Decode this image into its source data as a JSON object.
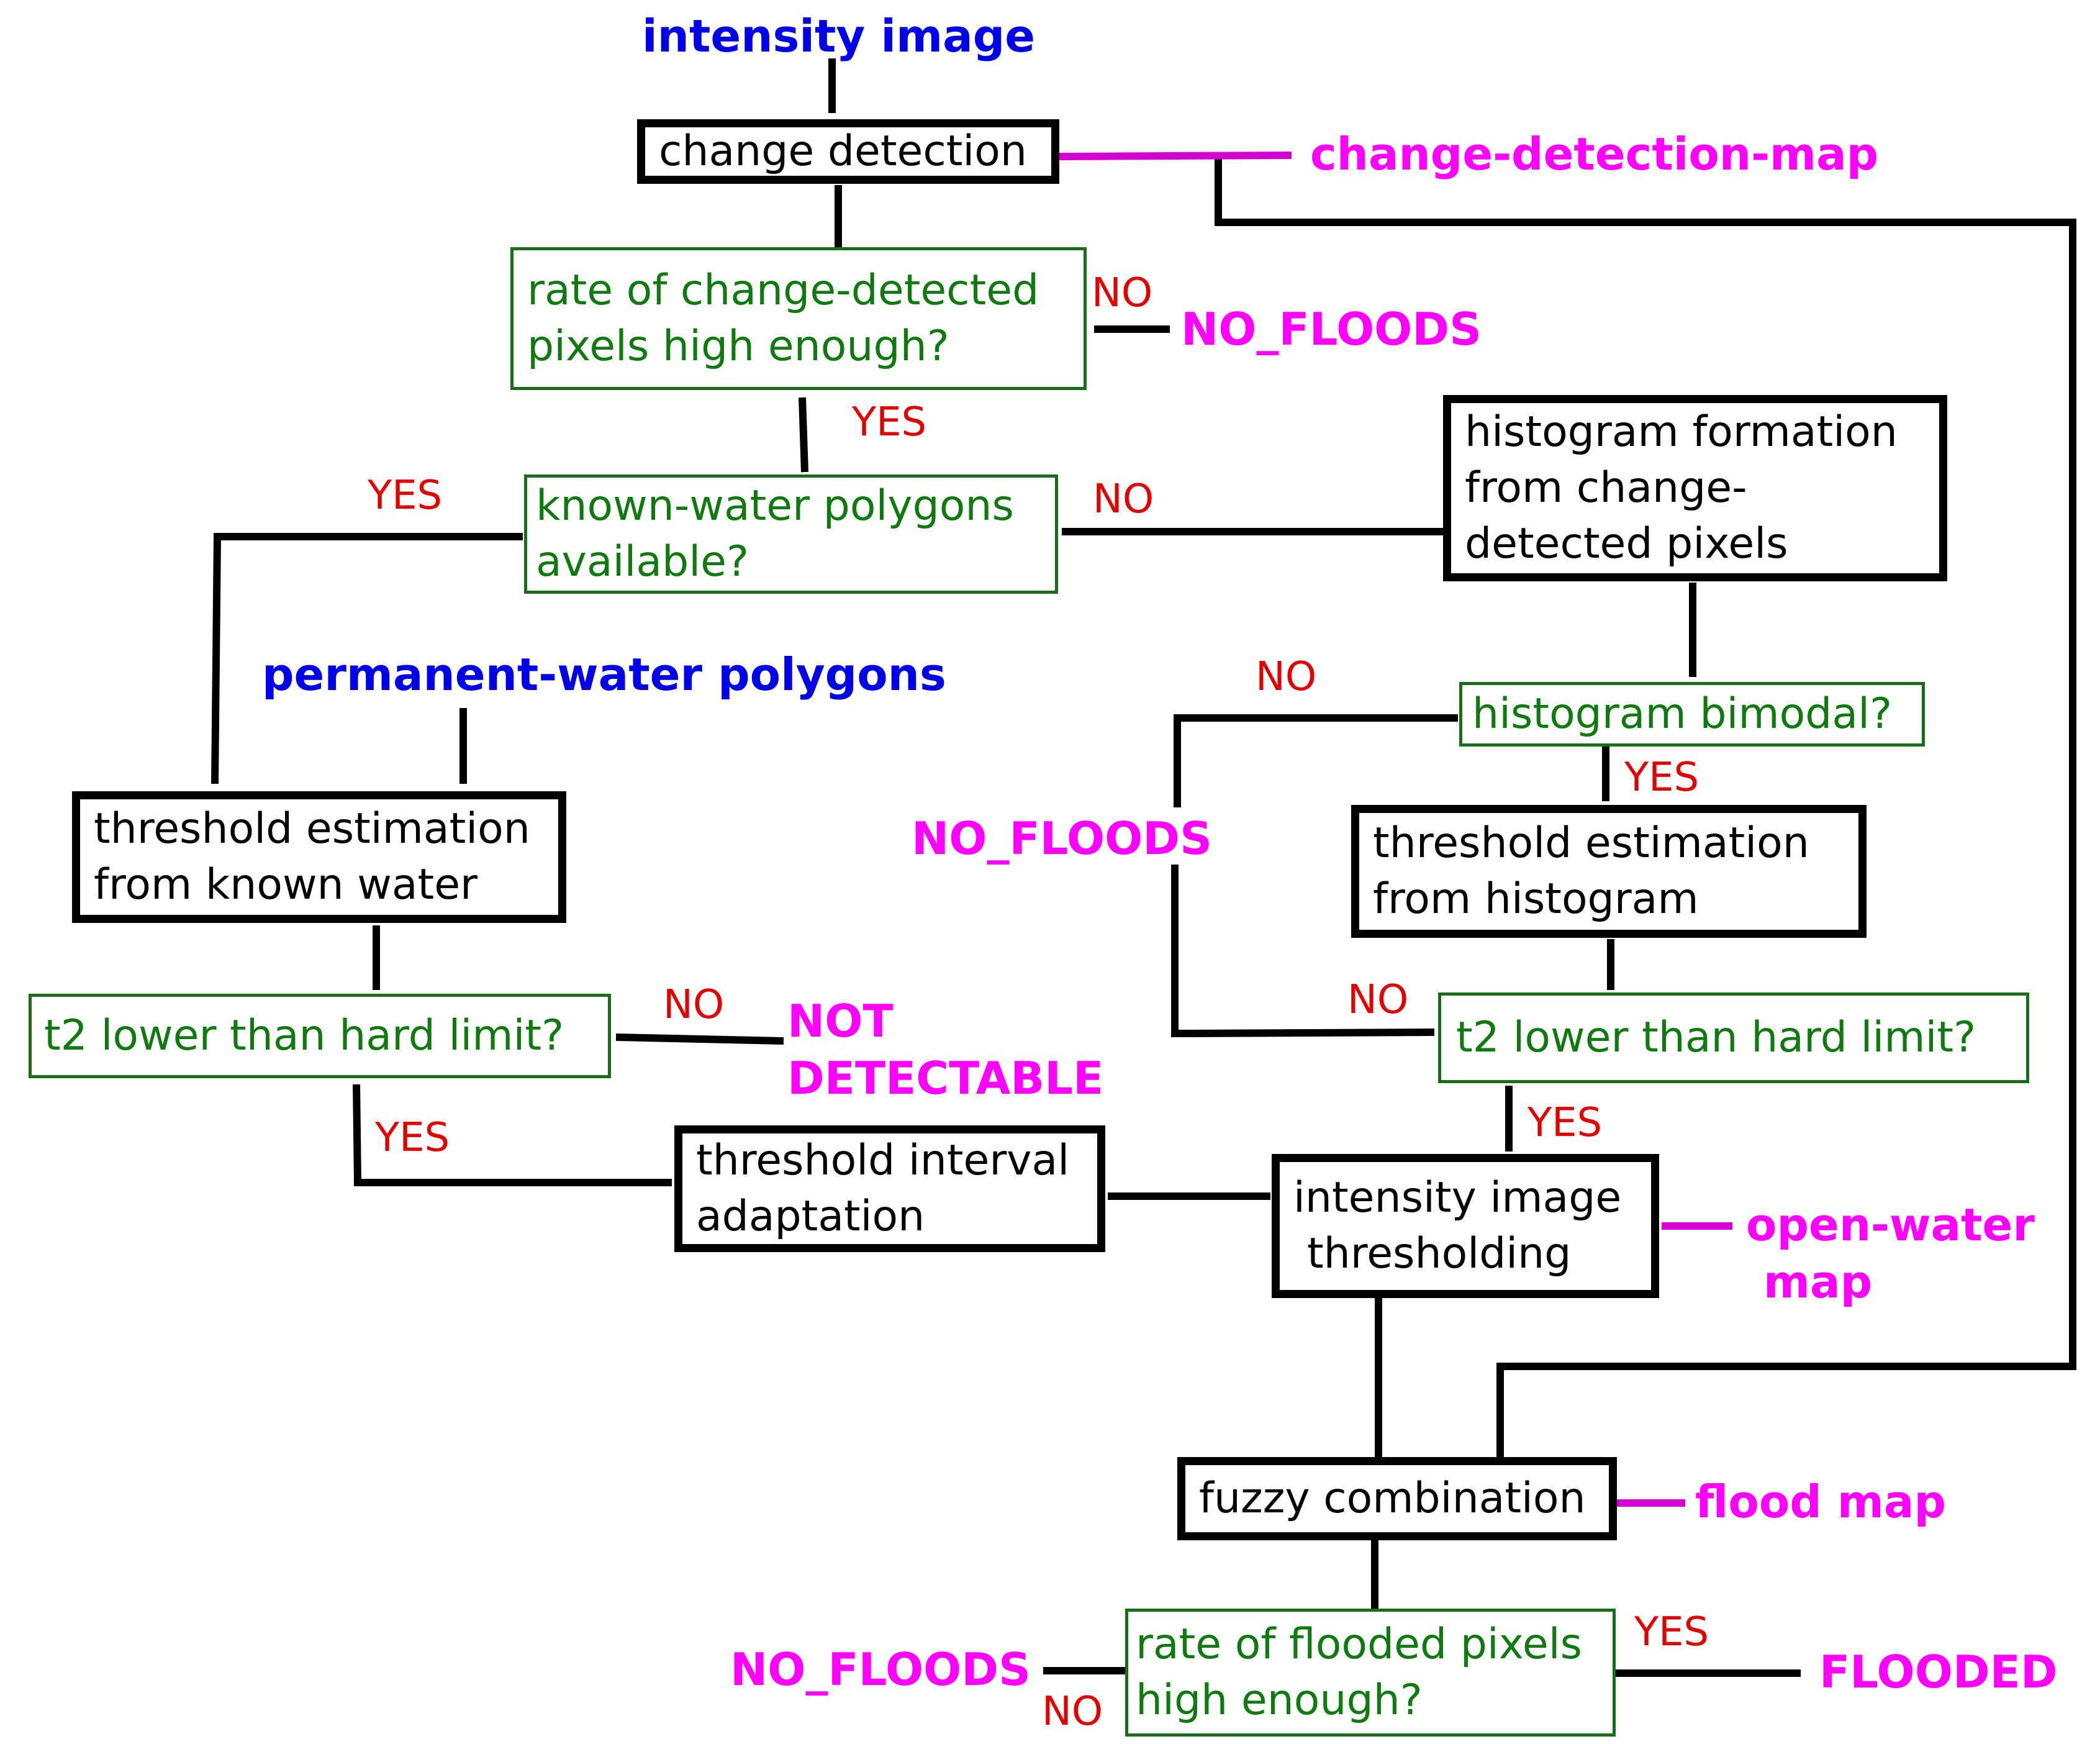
{
  "inputs": {
    "intensity_image": "intensity image",
    "permanent_water": "permanent-water polygons"
  },
  "boxes": {
    "change_detection": "change detection",
    "rate_change": [
      "rate of change-detected",
      "pixels high enough?"
    ],
    "known_water": [
      "known-water polygons",
      "available?"
    ],
    "histogram_formation": [
      "histogram formation",
      "from change-",
      "detected pixels"
    ],
    "histogram_bimodal": "histogram bimodal?",
    "thr_known": [
      "threshold estimation",
      "from known water"
    ],
    "thr_hist": [
      "threshold estimation",
      "from histogram"
    ],
    "t2_left": "t2 lower than hard limit?",
    "t2_right": "t2 lower than hard limit?",
    "interval_adapt": [
      "threshold interval",
      "adaptation"
    ],
    "int_thresh": [
      "intensity image",
      "thresholding"
    ],
    "fuzzy": "fuzzy combination",
    "rate_flooded": [
      "rate of flooded pixels",
      "high enough?"
    ]
  },
  "outputs": {
    "change_map": "change-detection-map",
    "no_floods_1": "NO_FLOODS",
    "no_floods_2": "NO_FLOODS",
    "no_floods_3": "NO_FLOODS",
    "not_detectable": [
      "NOT",
      "DETECTABLE"
    ],
    "open_water": [
      "open-water",
      "map"
    ],
    "flood_map": "flood map",
    "flooded": "FLOODED"
  },
  "labels": {
    "yes": "YES",
    "no": "NO"
  },
  "colors": {
    "process_border": "#000000",
    "decision": "#107a10",
    "yes_no": "#e00000",
    "output": "#ff00ff",
    "input": "#0000e6"
  }
}
